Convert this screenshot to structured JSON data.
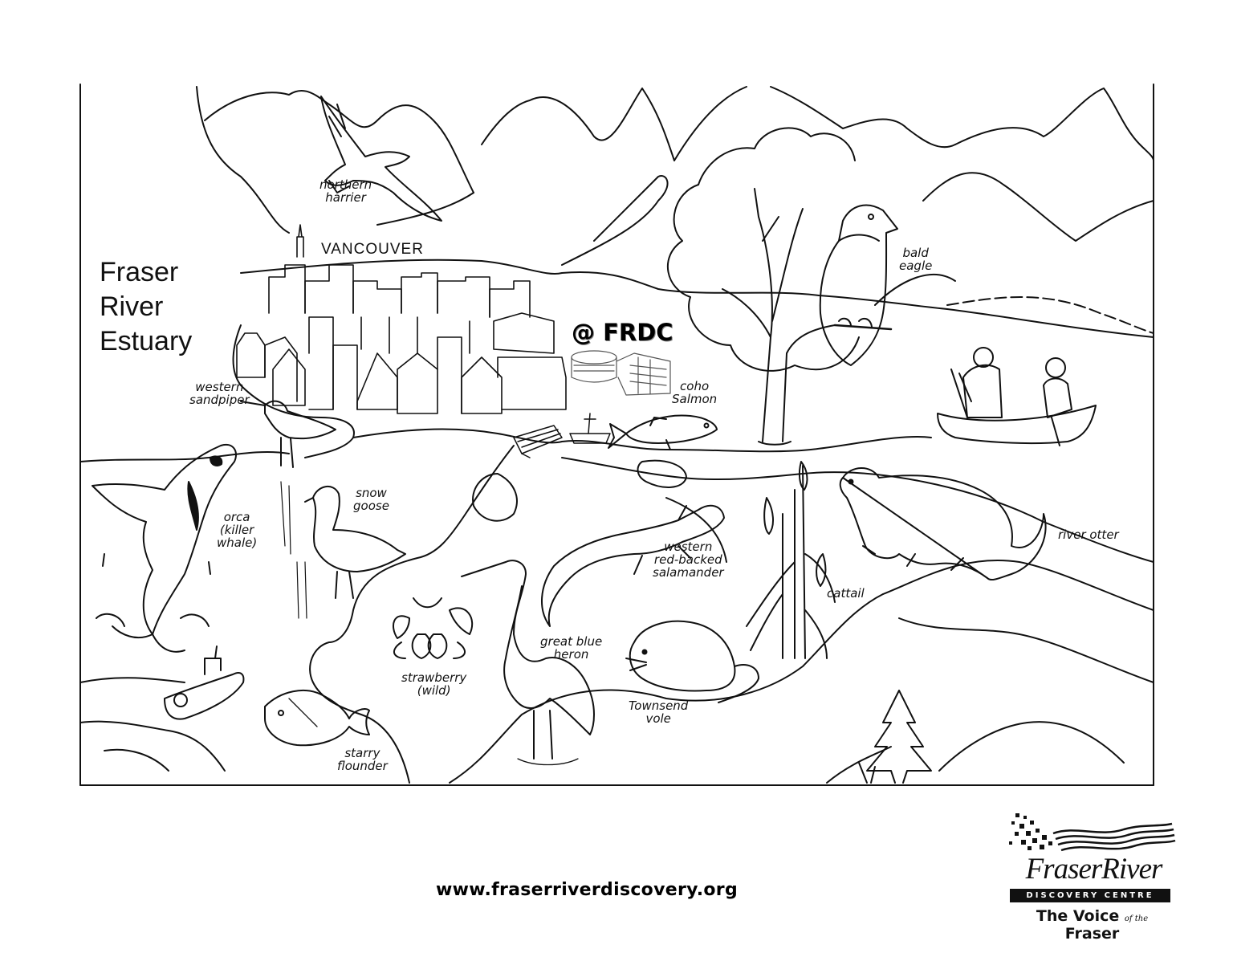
{
  "map": {
    "title": "Fraser\nRiver\nEstuary",
    "city": "VANCOUVER",
    "marker": "@ FRDC"
  },
  "labels": {
    "northern_harrier": "northern\nharrier",
    "bald_eagle": "bald\neagle",
    "western_sandpiper": "western\nsandpiper",
    "coho_salmon": "coho\nSalmon",
    "orca": "orca\n(killer\nwhale)",
    "snow_goose": "snow\ngoose",
    "western_salamander": "western\nred-backed\nsalamander",
    "river_otter": "river otter",
    "cattail": "cattail",
    "strawberry": "strawberry\n(wild)",
    "great_blue_heron": "great blue\nheron",
    "townsend_vole": "Townsend\nvole",
    "starry_flounder": "starry\nflounder"
  },
  "footer": {
    "url": "www.fraserriverdiscovery.org"
  },
  "logo": {
    "name": "FraserRiver",
    "band": "DISCOVERY CENTRE",
    "tag_start": "The Voice ",
    "tag_mid": "of the",
    "tag_end": " Fraser"
  }
}
